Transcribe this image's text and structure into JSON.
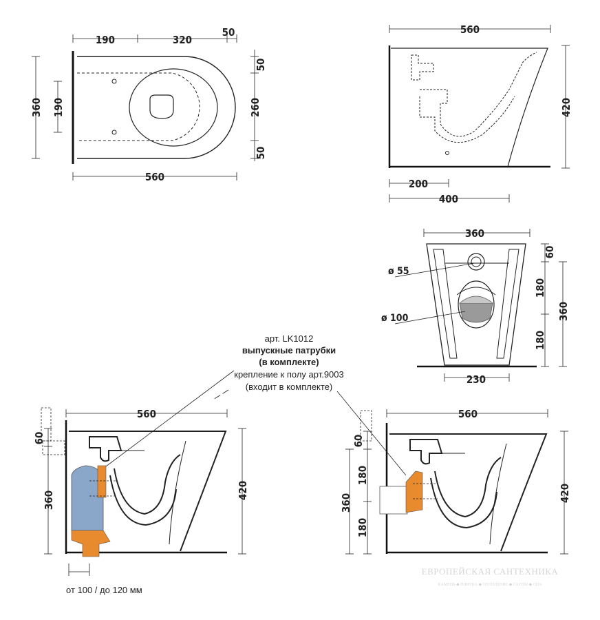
{
  "top_view": {
    "dim_190_top": "190",
    "dim_320": "320",
    "dim_50_top": "50",
    "dim_360": "360",
    "dim_190_left": "190",
    "dim_50_right_top": "50",
    "dim_260": "260",
    "dim_50_right_bottom": "50",
    "dim_560": "560"
  },
  "side_view": {
    "dim_560": "560",
    "dim_420": "420",
    "dim_200": "200",
    "dim_400": "400"
  },
  "front_view": {
    "dim_360_top": "360",
    "dia_55": "ø 55",
    "dia_100": "ø 100",
    "dim_60": "60",
    "dim_180_a": "180",
    "dim_360_right": "360",
    "dim_180_b": "180",
    "dim_230": "230"
  },
  "note": {
    "line1": "арт. LK1012",
    "line2": "выпускные патрубки",
    "line3": "(в комплекте)",
    "line4": "крепление к полу арт.9003",
    "line5": "(входит в комплекте)"
  },
  "install_left": {
    "dim_560": "560",
    "dim_60": "60",
    "dim_360": "360",
    "dim_420": "420",
    "caption": "от 100 / до 120 мм"
  },
  "install_right": {
    "dim_560": "560",
    "dim_60": "60",
    "dim_180_a": "180",
    "dim_360": "360",
    "dim_180_b": "180",
    "dim_420": "420"
  },
  "watermark": {
    "title": "ЕВРОПЕЙСКАЯ САНТЕХНИКА",
    "subtitle": "КАМЕНЬ ◆ ПЛИТКА ◆ ОТОПЛЕНИЕ ◆ САУНЫ ◆ СПА"
  },
  "colors": {
    "line": "#111111",
    "pipe_blue": "#8aa6c8",
    "pipe_orange": "#e88b2e",
    "gray": "#9a9a9a"
  }
}
